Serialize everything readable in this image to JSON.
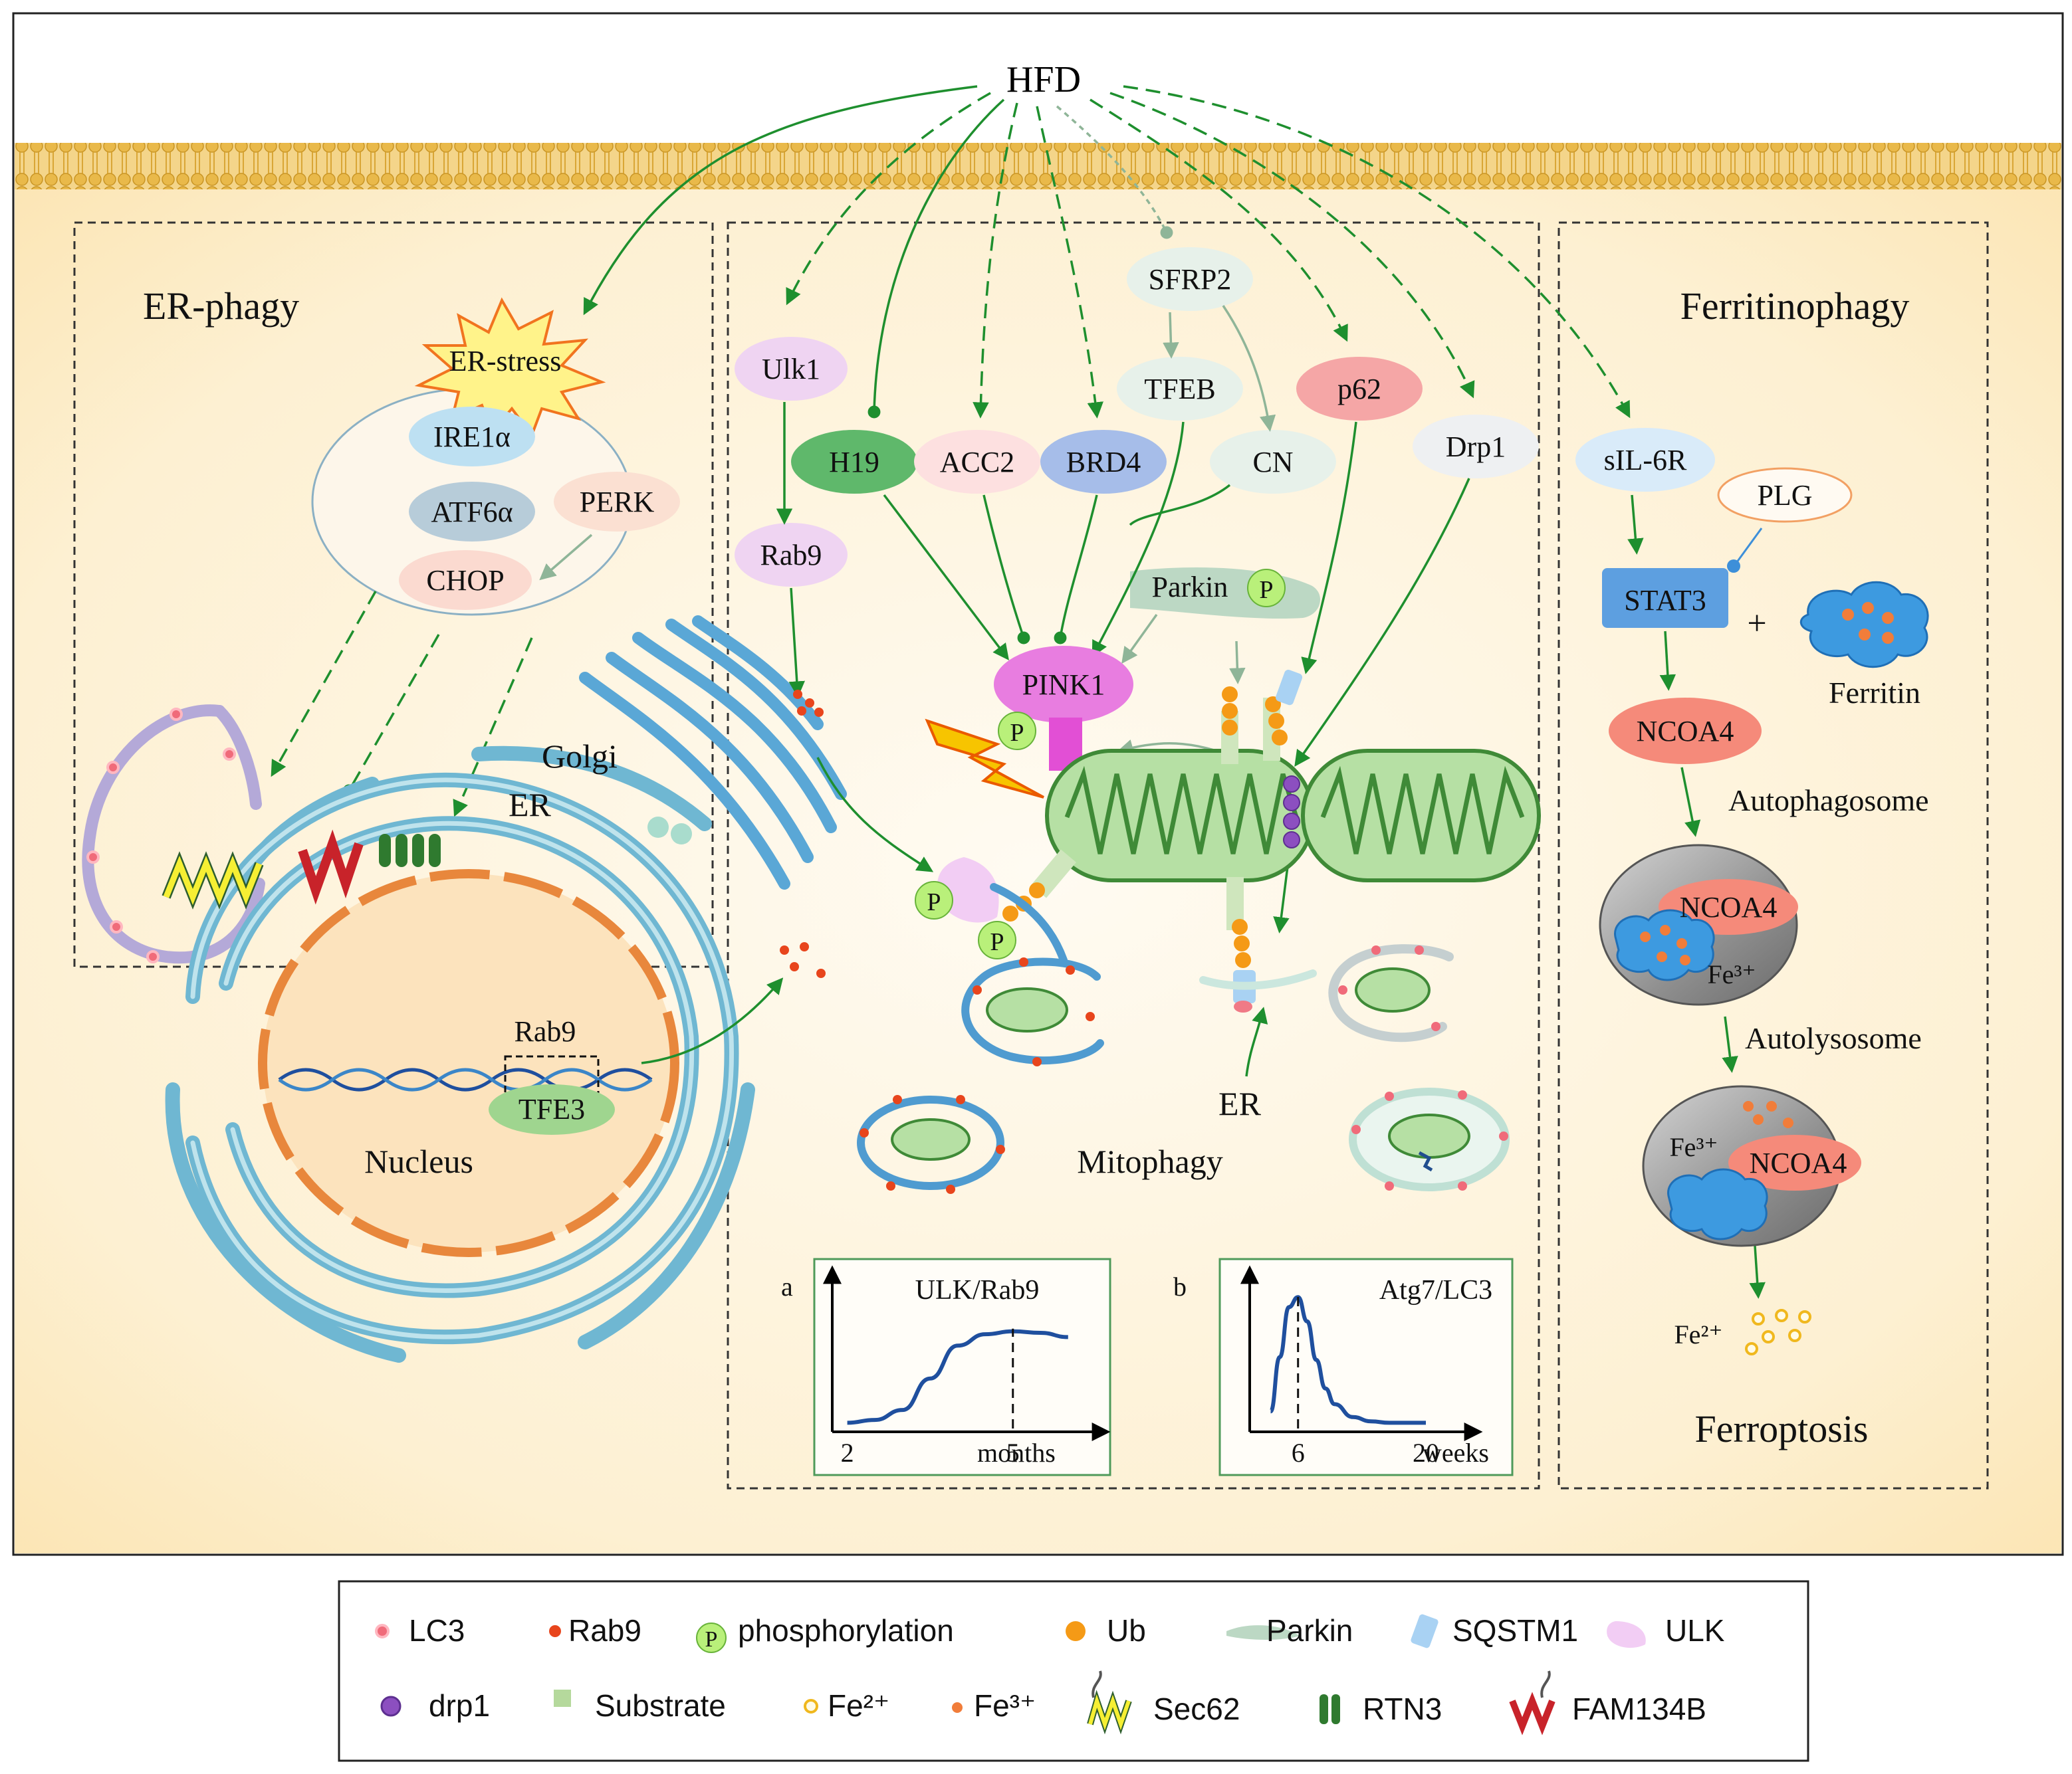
{
  "top": {
    "hfd": "HFD"
  },
  "er_phagy": {
    "title": "ER-phagy",
    "er_stress": "ER-stress",
    "ire1a": "IRE1α",
    "atf6a": "ATF6α",
    "perk": "PERK",
    "chop": "CHOP",
    "golgi": "Golgi",
    "er": "ER",
    "nucleus": "Nucleus",
    "rab9": "Rab9",
    "tfe3": "TFE3"
  },
  "mitophagy": {
    "title": "Mitophagy",
    "ulk1": "Ulk1",
    "h19": "H19",
    "acc2": "ACC2",
    "brd4": "BRD4",
    "sfrp2": "SFRP2",
    "tfeb": "TFEB",
    "cn": "CN",
    "p62": "p62",
    "drp1": "Drp1",
    "rab9": "Rab9",
    "parkin": "Parkin",
    "pink1": "PINK1",
    "p": "P",
    "er": "ER"
  },
  "ferritinophagy": {
    "title": "Ferritinophagy",
    "sil6r": "sIL-6R",
    "plg": "PLG",
    "stat3": "STAT3",
    "plus": "+",
    "ferritin": "Ferritin",
    "ncoa4": "NCOA4",
    "autophagosome": "Autophagosome",
    "autolysosome": "Autolysosome",
    "fe3": "Fe³⁺",
    "fe2": "Fe²⁺",
    "ferroptosis": "Ferroptosis"
  },
  "chart_data": [
    {
      "type": "line",
      "panel": "a",
      "title": "ULK/Rab9",
      "x_ticks": [
        "2",
        "5"
      ],
      "x_unit": "months",
      "x": [
        2,
        2.5,
        3,
        3.5,
        4,
        4.5,
        5,
        5.5,
        6
      ],
      "values": [
        0.04,
        0.06,
        0.13,
        0.35,
        0.58,
        0.66,
        0.68,
        0.67,
        0.64
      ],
      "xlim": [
        1.8,
        6.4
      ],
      "ylim": [
        0,
        1
      ],
      "marker_x": 5
    },
    {
      "type": "line",
      "panel": "b",
      "title": "Atg7/LC3",
      "x_ticks": [
        "6",
        "20"
      ],
      "x_unit": "weeks",
      "x": [
        3,
        4,
        5,
        6,
        7,
        8,
        9,
        10,
        12,
        14,
        16,
        18,
        20
      ],
      "values": [
        0.12,
        0.5,
        0.85,
        0.92,
        0.75,
        0.48,
        0.28,
        0.17,
        0.08,
        0.05,
        0.04,
        0.04,
        0.04
      ],
      "xlim": [
        1,
        24
      ],
      "ylim": [
        0,
        1
      ],
      "marker_x": 6
    }
  ],
  "legend": {
    "items": [
      {
        "label": "LC3",
        "icon": "lc3-dot-icon"
      },
      {
        "label": "Rab9",
        "icon": "rab9-dot-icon"
      },
      {
        "label": "phosphorylation",
        "icon": "p-circle-icon",
        "glyph": "P"
      },
      {
        "label": "Ub",
        "icon": "ub-dot-icon"
      },
      {
        "label": "Parkin",
        "icon": "parkin-shape-icon"
      },
      {
        "label": "SQSTM1",
        "icon": "sqstm1-shape-icon"
      },
      {
        "label": "ULK",
        "icon": "ulk-shape-icon"
      },
      {
        "label": "drp1",
        "icon": "drp1-dot-icon"
      },
      {
        "label": "Substrate",
        "icon": "substrate-square-icon"
      },
      {
        "label": "Fe²⁺",
        "icon": "fe2-dot-icon"
      },
      {
        "label": "Fe³⁺",
        "icon": "fe3-dot-icon"
      },
      {
        "label": "Sec62",
        "icon": "sec62-helix-icon"
      },
      {
        "label": "RTN3",
        "icon": "rtn3-helix-icon"
      },
      {
        "label": "FAM134B",
        "icon": "fam134b-helix-icon"
      }
    ]
  },
  "colors": {
    "arrow": "#1e8f2e",
    "cytoplasm": "#fdecc4",
    "er_blue": "#6fb7d2",
    "mito_green": "#7fc46a",
    "pink1": "#e87de0",
    "ncoa4": "#f58a7a"
  }
}
